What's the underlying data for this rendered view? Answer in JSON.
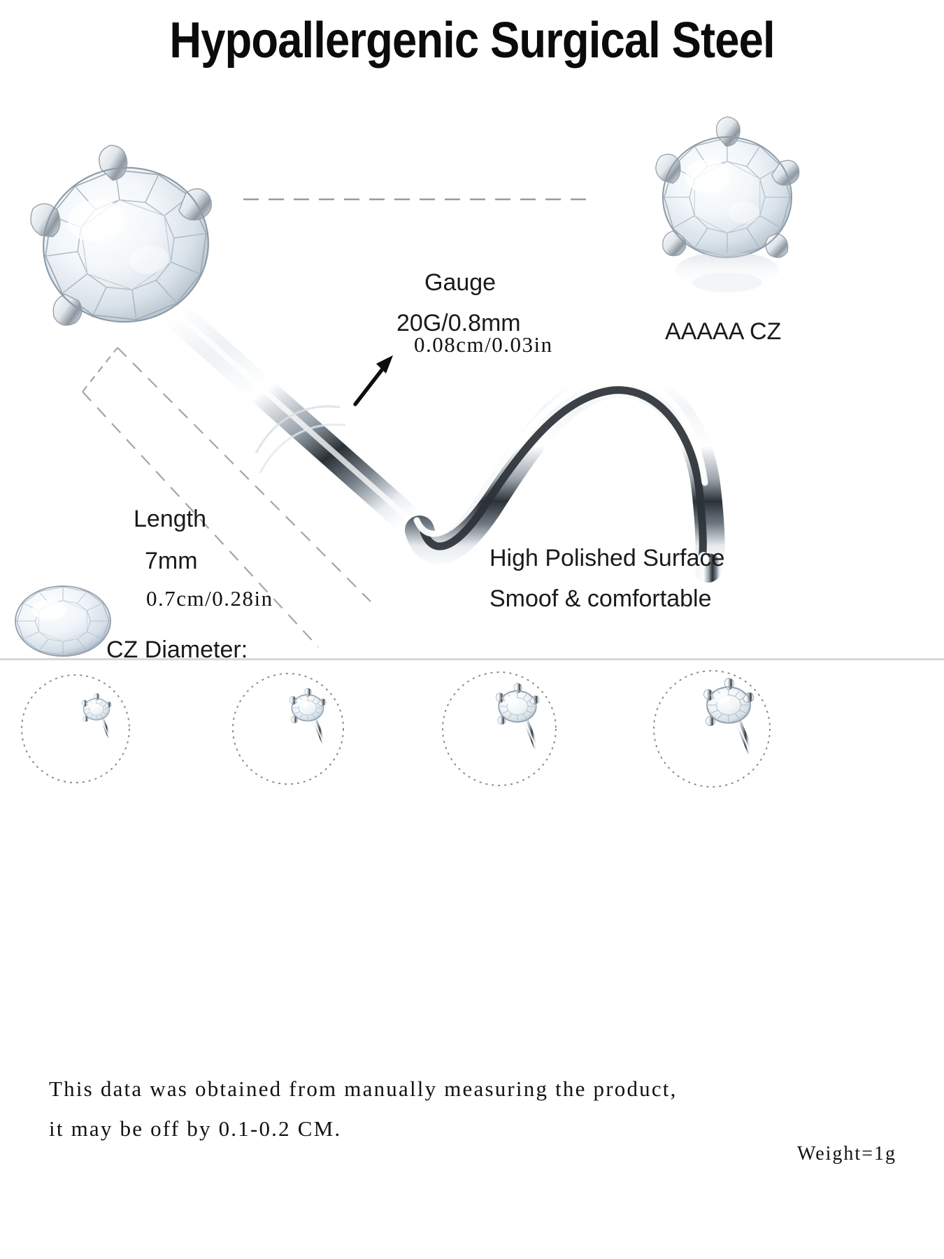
{
  "title": "Hypoallergenic Surgical Steel",
  "labels": {
    "gauge_title": "Gauge",
    "gauge_value_mm": "20G/0.8mm",
    "gauge_value_cm": "0.08cm/0.03in",
    "length_title": "Length",
    "length_value_mm": "7mm",
    "length_value_cm": "0.7cm/0.28in",
    "cz_grade": "AAAAA CZ",
    "polish_line1": "High Polished Surface",
    "polish_line2": "Smoof & comfortable",
    "cz_diameter_title": "CZ Diameter:"
  },
  "cz_diameter_row": [
    {
      "id": "cz-size-1"
    },
    {
      "id": "cz-size-2"
    },
    {
      "id": "cz-size-3"
    },
    {
      "id": "cz-size-4"
    }
  ],
  "footer": {
    "line1": "This data was obtained from manually measuring the product,",
    "line2": "it may be off by 0.1-0.2 CM.",
    "weight": "Weight=1g"
  },
  "colors": {
    "text": "#111111",
    "title": "#0b0b0b",
    "dashed_guide": "#9a9a9a",
    "divider": "#d8d8d8",
    "metal_light": "#ffffff",
    "metal_mid": "#c9ced3",
    "metal_dark": "#2b3036",
    "gem_light": "#ffffff",
    "gem_mid": "#dfe6ec",
    "gem_dark": "#8e9aa6",
    "background": "#ffffff"
  }
}
